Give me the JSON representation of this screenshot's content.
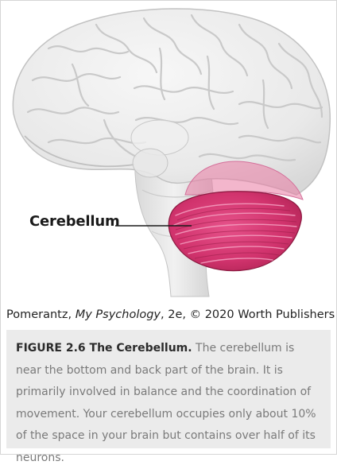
{
  "figure": {
    "callout_label": "Cerebellum",
    "credit": {
      "author": "Pomerantz, ",
      "book": "My Psychology",
      "rest": ", 2e, © 2020 Worth Publishers"
    },
    "caption": {
      "title": "FIGURE 2.6 The Cerebellum.",
      "body": " The cerebellum is near the bottom and back part of the brain. It is primarily involved in balance and the coordination of movement. Your cerebellum occupies only about 10% of the space in your brain but contains over half of its neurons."
    }
  },
  "colors": {
    "brain_gray": "#e6e6e6",
    "cerebellum_magenta": "#d1336d",
    "caption_background": "#ebebeb"
  }
}
